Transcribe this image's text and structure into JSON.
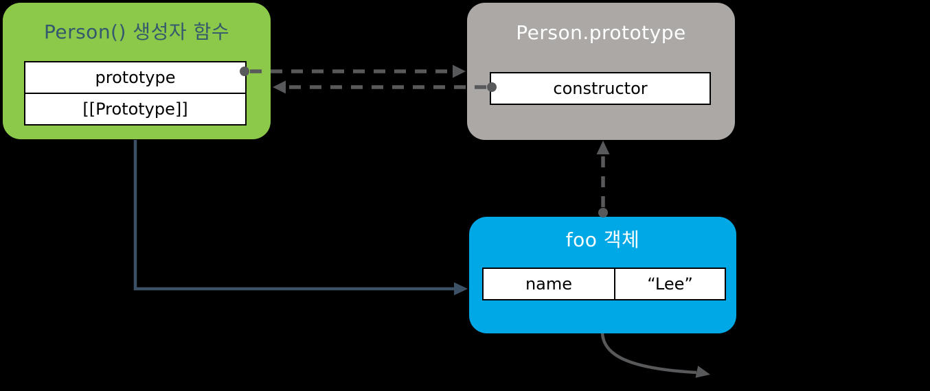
{
  "palette": {
    "background": "#000000",
    "constructor_box_fill": "#8CC94A",
    "constructor_title_color": "#33596D",
    "prototype_box_fill": "#ABA8A6",
    "object_box_fill": "#00A9E6",
    "slot_background": "#FFFFFF",
    "slot_border": "#000000",
    "dashed_arrow_color": "#58595B",
    "solid_arrow_color": "#3D5166"
  },
  "boxes": {
    "person_constructor": {
      "title": "Person() 생성자 함수",
      "rows": [
        {
          "label": "prototype"
        },
        {
          "label": "[[Prototype]]"
        }
      ]
    },
    "person_prototype": {
      "title": "Person.prototype",
      "rows": [
        {
          "label": "constructor"
        }
      ]
    },
    "foo_object": {
      "title": "foo 객체",
      "property": {
        "key": "name",
        "value": "“Lee”"
      }
    }
  },
  "connectors": {
    "prototype_to_person_prototype": {
      "style": "dashed",
      "color": "#58595B"
    },
    "constructor_to_person_constructor": {
      "style": "dashed",
      "color": "#58595B"
    },
    "foo_to_person_prototype": {
      "style": "dashed",
      "color": "#58595B"
    },
    "person_constructor_to_foo": {
      "style": "solid",
      "color": "#3D5166"
    },
    "foo_outgoing_curve": {
      "style": "solid-curved",
      "color": "#58595B"
    }
  }
}
